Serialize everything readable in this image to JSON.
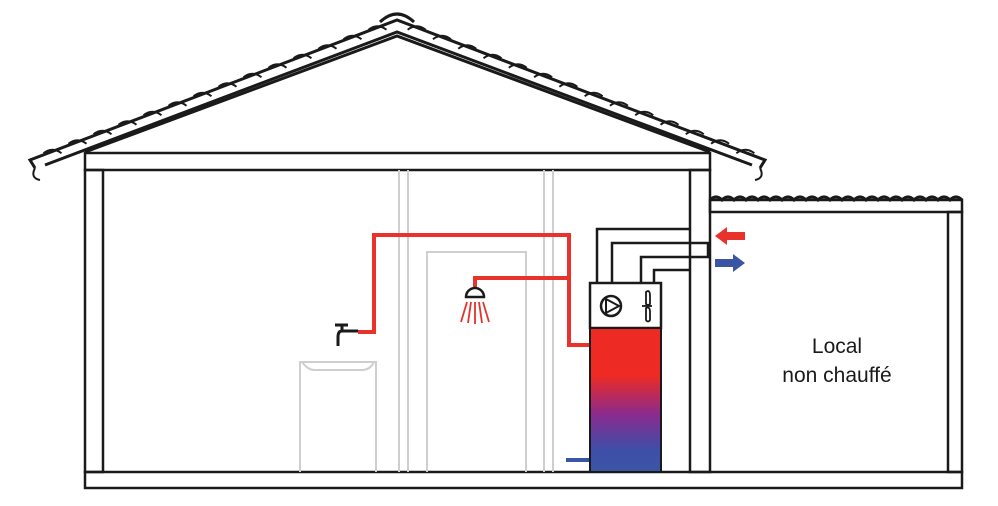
{
  "labels": {
    "room_line1": "Local",
    "room_line2": "non chauffé"
  },
  "colors": {
    "hot": "#e8322b",
    "cold": "#3b55a5",
    "structure": "#1a1a1a",
    "furniture": "#cfcfcf"
  },
  "icons": [
    "tap-icon",
    "shower-icon",
    "pump-icon",
    "fan-icon",
    "hot-air-in-arrow",
    "cold-air-out-arrow"
  ]
}
